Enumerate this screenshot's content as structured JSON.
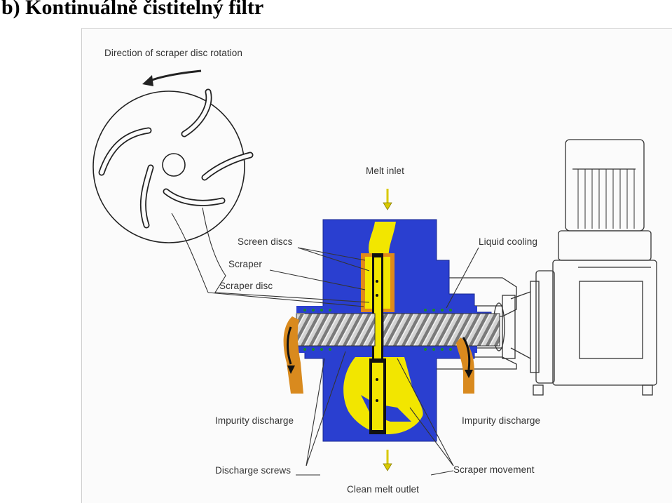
{
  "title": "b) Kontinuálně čistitelný filtr",
  "labels": {
    "rotation": "Direction of scraper disc rotation",
    "melt_inlet": "Melt inlet",
    "screen_discs": "Screen discs",
    "scraper": "Scraper",
    "scraper_disc": "Scraper disc",
    "liquid_cooling": "Liquid cooling",
    "impurity_left": "Impurity discharge",
    "impurity_right": "Impurity discharge",
    "discharge_screws": "Discharge screws",
    "scraper_movement": "Scraper movement",
    "clean_outlet": "Clean melt outlet"
  },
  "colors": {
    "housing": "#2a3fd0",
    "melt": "#f2e600",
    "screen": "#e08a1a",
    "impurity": "#d98a1e",
    "screw": "#c8c8c8",
    "line": "#333333"
  }
}
